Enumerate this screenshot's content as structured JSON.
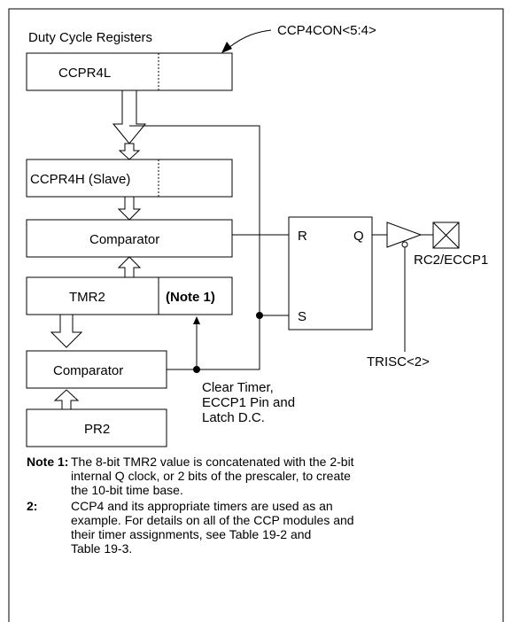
{
  "labels": {
    "duty_cycle": "Duty Cycle Registers",
    "ccp4con": "CCP4CON<5:4>",
    "ccpr4l": "CCPR4L",
    "ccpr4h": "CCPR4H (Slave)",
    "comparator_top": "Comparator",
    "tmr2": "TMR2",
    "note1_tag": "(Note 1)",
    "comparator_bottom": "Comparator",
    "pr2": "PR2",
    "r": "R",
    "q": "Q",
    "s": "S",
    "pin": "RC2/ECCP1",
    "trisc": "TRISC<2>",
    "clear_line1": "Clear Timer,",
    "clear_line2": "ECCP1 Pin and",
    "clear_line3": "Latch D.C."
  },
  "notes": [
    {
      "num": "Note 1:",
      "lines": [
        "The 8-bit TMR2 value is concatenated with the 2-bit",
        "internal Q clock, or 2 bits of the prescaler, to create",
        "the 10-bit time base."
      ]
    },
    {
      "num": "2:",
      "lines": [
        "CCP4 and its appropriate timers are used as an",
        "example. For details on all of the CCP modules and",
        "their timer assignments, see Table 19-2 and",
        "Table 19-3."
      ]
    }
  ]
}
